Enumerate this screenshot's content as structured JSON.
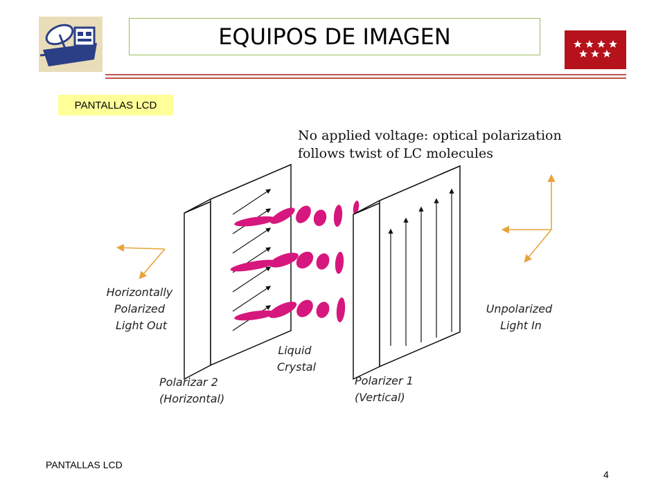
{
  "header": {
    "title": "EQUIPOS DE IMAGEN",
    "section": "PANTALLAS LCD"
  },
  "diagram": {
    "caption_line1": "No applied voltage: optical polarization",
    "caption_line2": "follows twist of LC molecules",
    "left_light": [
      "Horizontally",
      "Polarized",
      "Light Out"
    ],
    "right_light": [
      "Unpolarized",
      "Light In"
    ],
    "liquid_crystal": [
      "Liquid",
      "Crystal"
    ],
    "polarizer2": [
      "Polarizar 2",
      "(Horizontal)"
    ],
    "polarizer1": [
      "Polarizer 1",
      "(Vertical)"
    ]
  },
  "footer": {
    "label": "PANTALLAS LCD",
    "page": "4"
  },
  "colors": {
    "title_border": "#9bbb59",
    "flag_red": "#b5121b",
    "tag_yellow": "#ffff99",
    "rule_red": "#c0504d",
    "molecule_magenta": "#d6177d",
    "light_orange": "#e8a33a"
  }
}
